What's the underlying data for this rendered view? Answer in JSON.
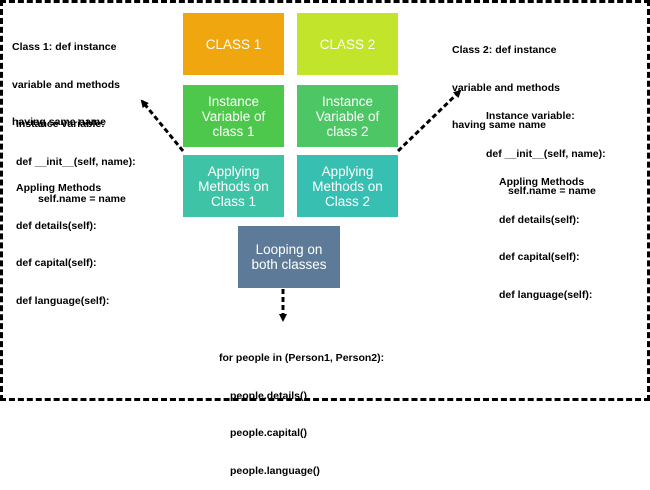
{
  "boxes": {
    "class1": {
      "label": "CLASS 1",
      "color": "#f0a70f"
    },
    "class2": {
      "label": "CLASS 2",
      "color": "#c2e42b"
    },
    "instance1": {
      "label": "Instance Variable of class 1",
      "color": "#4ec84c"
    },
    "instance2": {
      "label": "Instance Variable of class 2",
      "color": "#4dc665"
    },
    "method1": {
      "label": "Applying Methods on Class 1",
      "color": "#3fc3a6"
    },
    "method2": {
      "label": "Applying Methods on Class 2",
      "color": "#37bfb2"
    },
    "loop": {
      "label": "Looping on both classes",
      "color": "#5d7b98"
    }
  },
  "left": {
    "class_note": [
      "Class 1: def instance",
      "variable and methods",
      "having same name"
    ],
    "instance_title": "Instance variable:",
    "instance_def": "def __init__(self, name):",
    "instance_body": "self.name = name",
    "methods": [
      "Appling Methods",
      "def details(self):",
      "def capital(self):",
      "def language(self):"
    ]
  },
  "right": {
    "class_note": [
      "Class 2: def instance",
      "variable and methods",
      "having same name"
    ],
    "instance_title": "Instance variable:",
    "instance_def": "def __init__(self, name):",
    "instance_body": "self.name = name",
    "methods": [
      "Appling Methods",
      "def details(self):",
      "def capital(self):",
      "def language(self):"
    ]
  },
  "bottom": {
    "loop_header": "for people in (Person1, Person2):",
    "calls": [
      "people.details()",
      "people.capital()",
      "people.language()"
    ]
  }
}
